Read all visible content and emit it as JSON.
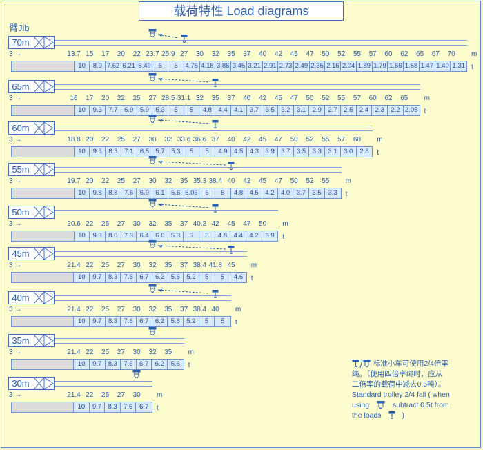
{
  "title": "载荷特性 Load diagrams",
  "jib_label": "臂Jib",
  "dist_unit": "m",
  "load_unit": "t",
  "start_label": "3",
  "icons": {
    "trolley": "trolley-hook-icon",
    "arrow": "right-arrow-icon"
  },
  "colors": {
    "background": "#fdfccf",
    "text": "#2a5fb0",
    "cell": "#d9ebfb",
    "filler": "#dcdcdc"
  },
  "sections": [
    {
      "length": "70m",
      "distances": [
        "13.7",
        "15",
        "17",
        "20",
        "22",
        "23.7",
        "25.9",
        "27",
        "30",
        "32",
        "35",
        "37",
        "40",
        "42",
        "45",
        "47",
        "50",
        "52",
        "55",
        "57",
        "60",
        "62",
        "65",
        "67",
        "70"
      ],
      "loads": [
        "10",
        "8.9",
        "7.62",
        "6.21",
        "5.49",
        "5",
        "5",
        "4.75",
        "4.18",
        "3.86",
        "3.45",
        "3.21",
        "2.91",
        "2.73",
        "2.49",
        "2.35",
        "2.16",
        "2.04",
        "1.89",
        "1.79",
        "1.66",
        "1.58",
        "1.47",
        "1.40",
        "1.31"
      ]
    },
    {
      "length": "65m",
      "distances": [
        "16",
        "17",
        "20",
        "22",
        "25",
        "27",
        "28.5",
        "31.1",
        "32",
        "35",
        "37",
        "40",
        "42",
        "45",
        "47",
        "50",
        "52",
        "55",
        "57",
        "60",
        "62",
        "65"
      ],
      "loads": [
        "10",
        "9.3",
        "7.7",
        "6.9",
        "5.9",
        "5.3",
        "5",
        "5",
        "4.8",
        "4.4",
        "4.1",
        "3.7",
        "3.5",
        "3.2",
        "3.1",
        "2.9",
        "2.7",
        "2.5",
        "2.4",
        "2.3",
        "2.2",
        "2.05"
      ]
    },
    {
      "length": "60m",
      "distances": [
        "18.8",
        "20",
        "22",
        "25",
        "27",
        "30",
        "32",
        "33.6",
        "36.6",
        "37",
        "40",
        "42",
        "45",
        "47",
        "50",
        "52",
        "55",
        "57",
        "60"
      ],
      "loads": [
        "10",
        "9.3",
        "8.3",
        "7.1",
        "6.5",
        "5.7",
        "5.3",
        "5",
        "5",
        "4.9",
        "4.5",
        "4.3",
        "3.9",
        "3.7",
        "3.5",
        "3.3",
        "3.1",
        "3.0",
        "2.8"
      ]
    },
    {
      "length": "55m",
      "distances": [
        "19.7",
        "20",
        "22",
        "25",
        "27",
        "30",
        "32",
        "35",
        "35.3",
        "38.4",
        "40",
        "42",
        "45",
        "47",
        "50",
        "52",
        "55"
      ],
      "loads": [
        "10",
        "9.8",
        "8.8",
        "7.6",
        "6.9",
        "6.1",
        "5.6",
        "5.05",
        "5",
        "5",
        "4.8",
        "4.5",
        "4.2",
        "4.0",
        "3.7",
        "3.5",
        "3.3"
      ]
    },
    {
      "length": "50m",
      "distances": [
        "20.6",
        "22",
        "25",
        "27",
        "30",
        "32",
        "35",
        "37",
        "40.2",
        "42",
        "45",
        "47",
        "50"
      ],
      "loads": [
        "10",
        "9.3",
        "8.0",
        "7.3",
        "6.4",
        "6.0",
        "5.3",
        "5",
        "5",
        "4.8",
        "4.4",
        "4.2",
        "3.9"
      ]
    },
    {
      "length": "45m",
      "distances": [
        "21.4",
        "22",
        "25",
        "27",
        "30",
        "32",
        "35",
        "37",
        "38.4",
        "41.8",
        "45"
      ],
      "loads": [
        "10",
        "9.7",
        "8.3",
        "7.6",
        "6.7",
        "6.2",
        "5.6",
        "5.2",
        "5",
        "5",
        "4.6"
      ]
    },
    {
      "length": "40m",
      "distances": [
        "21.4",
        "22",
        "25",
        "27",
        "30",
        "32",
        "35",
        "37",
        "38.4",
        "40"
      ],
      "loads": [
        "10",
        "9.7",
        "8.3",
        "7.6",
        "6.7",
        "6.2",
        "5.6",
        "5.2",
        "5",
        "5"
      ]
    },
    {
      "length": "35m",
      "distances": [
        "21.4",
        "22",
        "25",
        "27",
        "30",
        "32",
        "35"
      ],
      "loads": [
        "10",
        "9.7",
        "8.3",
        "7.6",
        "6.7",
        "6.2",
        "5.6"
      ]
    },
    {
      "length": "30m",
      "distances": [
        "21.4",
        "22",
        "25",
        "27",
        "30"
      ],
      "loads": [
        "10",
        "9.7",
        "8.3",
        "7.6",
        "6.7"
      ]
    }
  ],
  "note": {
    "line1": "标准小车可使用2/4倍率",
    "line2": "绳。（使用四倍率绳时，应从",
    "line3": "二倍率的载荷中减去0.5吨）。",
    "line4": "Standard trolley 2/4 fall ( when",
    "line5a": "using",
    "line5b": "subtract  0.5t  from",
    "line6a": "the loads",
    "line6b": ")"
  }
}
